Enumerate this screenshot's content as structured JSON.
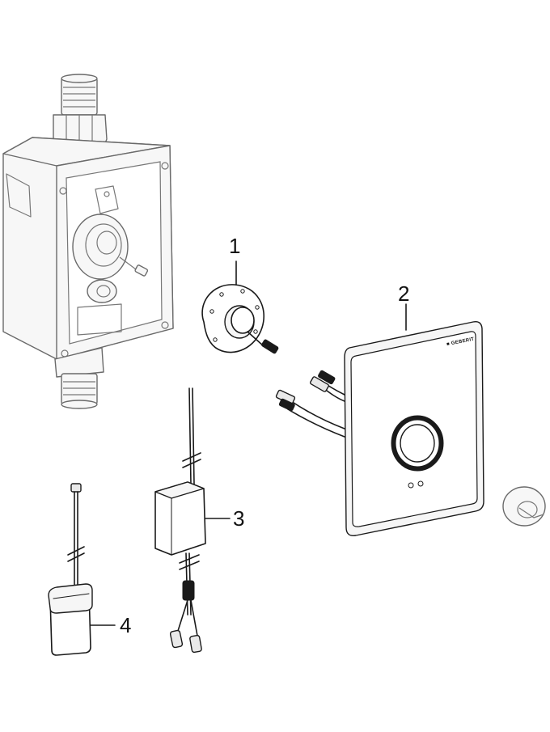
{
  "callouts": [
    {
      "label": "1",
      "part": "sensor-module"
    },
    {
      "label": "2",
      "part": "cover-plate"
    },
    {
      "label": "3",
      "part": "power-supply-unit"
    },
    {
      "label": "4",
      "part": "battery-box"
    }
  ],
  "cover_plate": {
    "brand": "■ GEBERIT"
  },
  "colors": {
    "line": "#1a1a1a",
    "ghost": "#6a6a6a",
    "background": "#ffffff"
  }
}
